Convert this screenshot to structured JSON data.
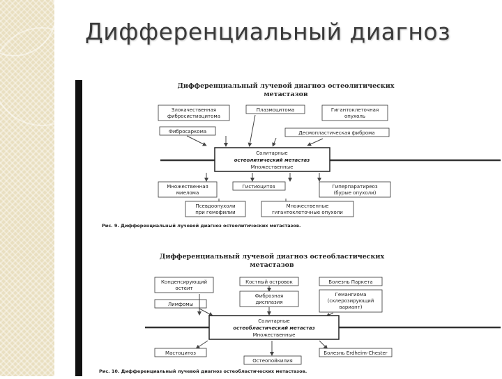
{
  "slide": {
    "title": "Дифференциальный диагноз"
  },
  "figure1": {
    "title_line1": "Дифференциальный лучевой диагноз остеолитических",
    "title_line2": "метастазов",
    "boxes": {
      "b1_l1": "Злокачественная",
      "b1_l2": "фибросистиоцитома",
      "b2": "Плазмоцитома",
      "b3_l1": "Гигантоклеточная",
      "b3_l2": "опухоль",
      "b4": "Фибросаркома",
      "b5": "Десмопластическая фиброма",
      "b6_l1": "Множественная",
      "b6_l2": "миелома",
      "b7": "Гистиоцитоз",
      "b8_l1": "Гиперпаратиреоз",
      "b8_l2": "(бурые опухоли)",
      "b9_l1": "Псевдоопухоли",
      "b9_l2": "при гемофилии",
      "b10_l1": "Множественные",
      "b10_l2": "гигантоклеточные опухоли"
    },
    "center": {
      "top": "Солитарные",
      "middle": "остеолитический метастаз",
      "bottom": "Множественные"
    },
    "caption": "Рис. 9. Дифференциальный лучевой диагноз остеолитических метастазов."
  },
  "figure2": {
    "title_line1": "Дифференциальный лучевой диагноз остеобластических",
    "title_line2": "метастазов",
    "boxes": {
      "c1_l1": "Конденсирующий",
      "c1_l2": "остеит",
      "c2": "Костный островок",
      "c3": "Болезнь Паркета",
      "c4": "Лимфомы",
      "c5_l1": "Фиброзная",
      "c5_l2": "дисплазия",
      "c6_l1": "Гемангиома",
      "c6_l2": "(склерозирующий",
      "c6_l3": "вариант)",
      "c7": "Мастоцитоз",
      "c8": "Остеопойкилия",
      "c9": "Болезнь Erdheim-Chester"
    },
    "center": {
      "top": "Солитарные",
      "middle": "остеобластический метастаз",
      "bottom": "Множественные"
    },
    "caption": "Рис. 10. Дифференциальный лучевой диагноз остеобластических метастазов."
  }
}
